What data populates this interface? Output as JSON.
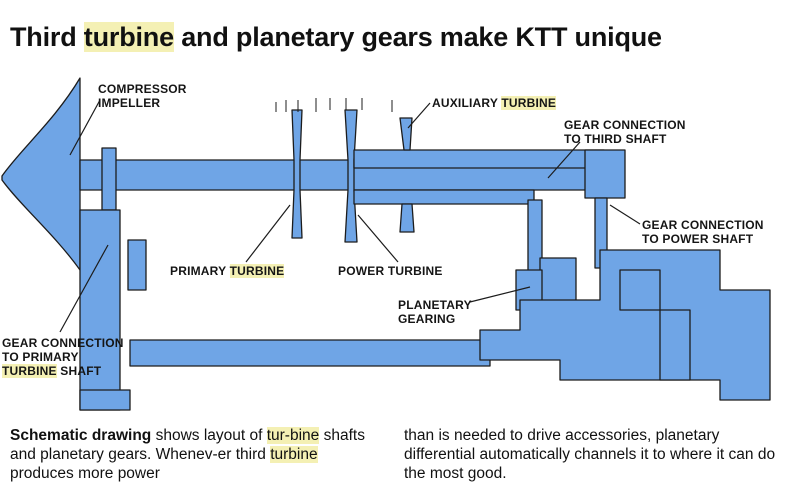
{
  "title": {
    "pre": "Third ",
    "highlight": "turbine",
    "post": " and planetary gears make KTT unique"
  },
  "labels": {
    "compressor_impeller": [
      "COMPRESSOR",
      "IMPELLER"
    ],
    "auxiliary_turbine": {
      "pre": "AUXILIARY ",
      "hl": "TURBINE"
    },
    "gear_connection_third": [
      "GEAR CONNECTION",
      "TO THIRD SHAFT"
    ],
    "gear_connection_power": [
      "GEAR CONNECTION",
      "TO POWER SHAFT"
    ],
    "primary_turbine": {
      "pre": "PRIMARY ",
      "hl": "TURBINE"
    },
    "power_turbine": "POWER TURBINE",
    "planetary_gearing": [
      "PLANETARY",
      "GEARING"
    ],
    "gear_connection_primary": {
      "line1": "GEAR CONNECTION",
      "line2": "TO PRIMARY",
      "line3_hl": "TURBINE",
      "line3_post": " SHAFT"
    }
  },
  "caption": {
    "bold": "Schematic drawing",
    "left_1": " shows layout of ",
    "left_hl1": "tur-",
    "left_2": "",
    "left_hl2": "bine",
    "left_3": " shafts and planetary gears. Whenev-er third ",
    "left_hl3": "turbine",
    "left_4": " produces more power",
    "right": "than is needed to drive accessories, planetary differential automatically channels it to where it can do the most good."
  },
  "colors": {
    "part_fill": "#6fa5e6",
    "part_stroke": "#1c1c1c",
    "highlight": "#f4f0b4"
  }
}
